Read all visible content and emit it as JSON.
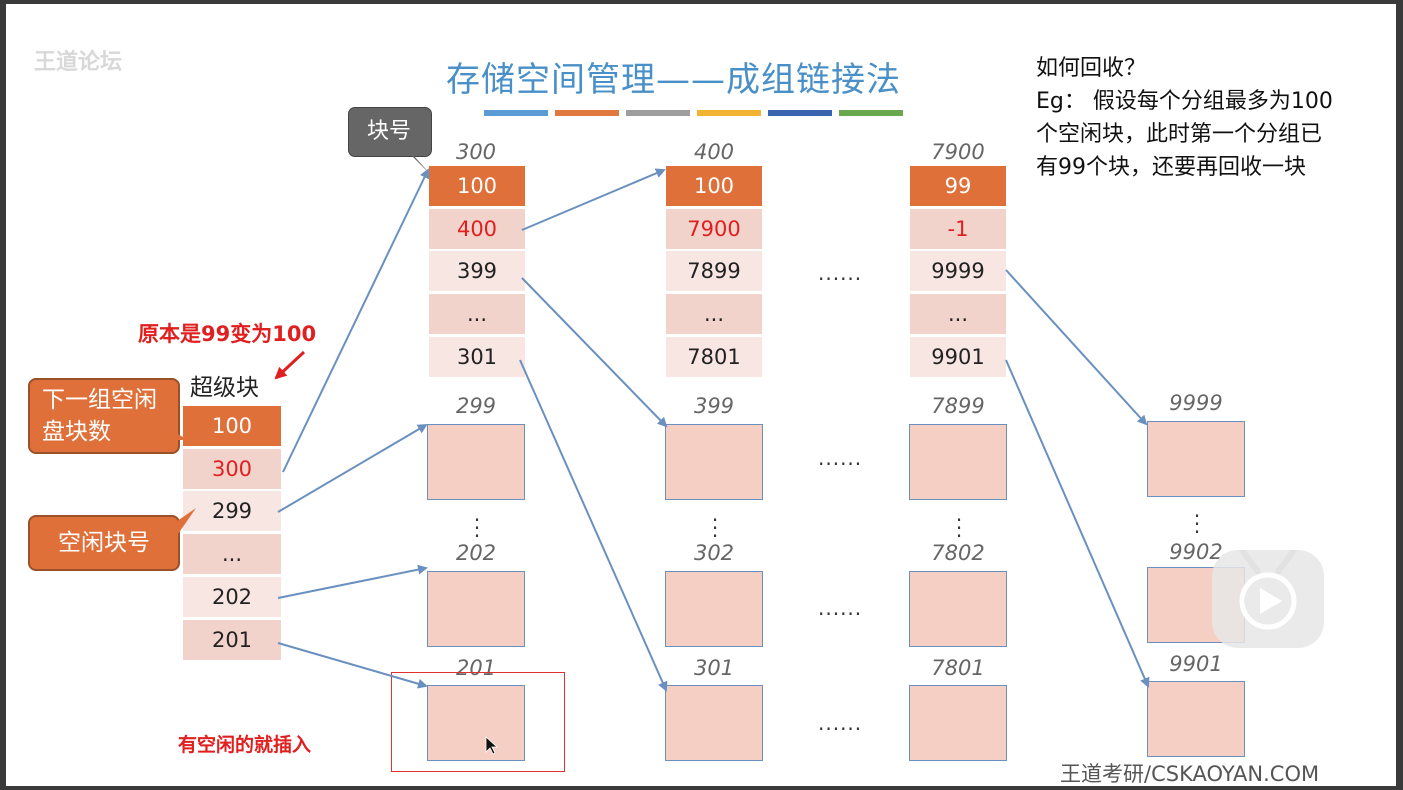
{
  "watermark": "王道论坛",
  "title": "存储空间管理——成组链接法",
  "title_bar_colors": [
    "#5b9bd5",
    "#e07840",
    "#9e9e9e",
    "#f2b233",
    "#3a64b0",
    "#6aa84f"
  ],
  "callout_block_no": "块号",
  "callout_next_count": "下一组空闲盘块数",
  "callout_free_no": "空闲块号",
  "superblock_label": "超级块",
  "annotation_change": "原本是99变为100",
  "annotation_insert": "有空闲的就插入",
  "note_lines": [
    "如何回收？",
    "Eg：  假设每个分组最多为100",
    "个空闲块，此时第一个分组已",
    "有99个块，还要再回收一块"
  ],
  "superblock": [
    "100",
    "300",
    "299",
    "...",
    "202",
    "201"
  ],
  "group1": {
    "label": "300",
    "cells": [
      "100",
      "400",
      "399",
      "...",
      "301"
    ]
  },
  "group2": {
    "label": "400",
    "cells": [
      "100",
      "7900",
      "7899",
      "...",
      "7801"
    ]
  },
  "group3": {
    "label": "7900",
    "cells": [
      "99",
      "-1",
      "9999",
      "...",
      "9901"
    ]
  },
  "col1_labels": [
    "299",
    "202",
    "201"
  ],
  "col2_labels": [
    "399",
    "302",
    "301"
  ],
  "col3_labels": [
    "7899",
    "7802",
    "7801"
  ],
  "col4_labels": [
    "9999",
    "9902",
    "9901"
  ],
  "hdots": "......",
  "vdots": "⋮",
  "footer": "王道考研/CSKAOYAN.COM"
}
